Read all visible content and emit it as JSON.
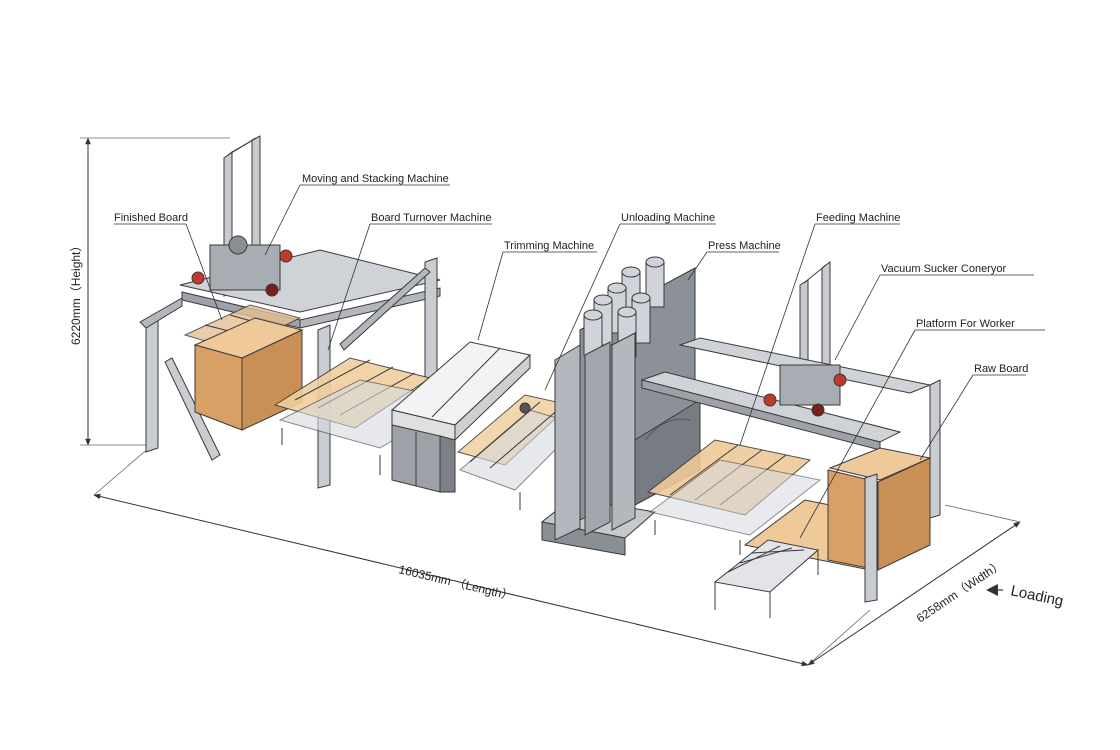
{
  "labels": {
    "moving_stacking": "Moving and Stacking Machine",
    "finished_board": "Finished Board",
    "board_turnover": "Board Turnover Machine",
    "unloading": "Unloading Machine",
    "trimming": "Trimming Machine",
    "press": "Press Machine",
    "feeding": "Feeding Machine",
    "vacuum_sucker": "Vacuum Sucker Coneryor",
    "platform_worker": "Platform For Worker",
    "raw_board": "Raw Board"
  },
  "dimensions": {
    "height": "6220mm（Height）",
    "length": "16035mm （Length）",
    "width": "6258mm（Width）"
  },
  "loading": "Loading",
  "colors": {
    "line": "#3a3a3a",
    "steel": "#b9bcc2",
    "steel_dark": "#7d8088",
    "wood": "#d9a066",
    "wood_light": "#efc99a",
    "press_gray": "#9aa0a8"
  }
}
